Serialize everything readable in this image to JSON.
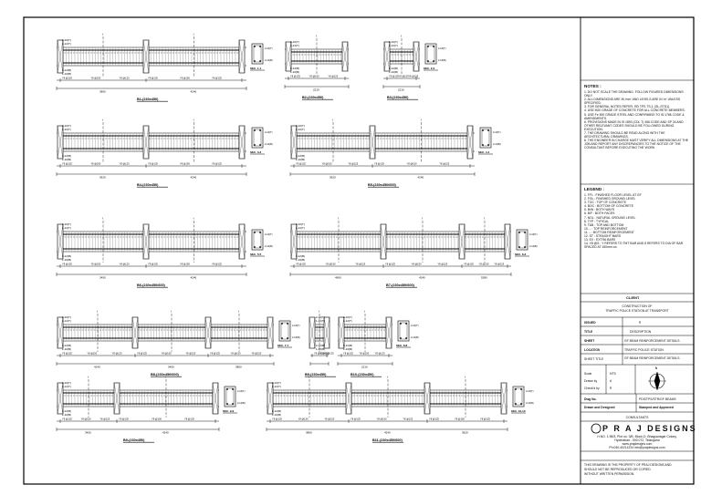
{
  "drawing": {
    "titles": {
      "b1": "B1-(230x450)",
      "b2": "B2-(230x450)",
      "b3": "B3-(230x450)",
      "b4": "B4-(230x450)",
      "b5": "B5-(230x450/600)",
      "b6": "B6-(230x450/600)",
      "b7": "B7-(230x450/600)",
      "b8": "B8-(230x450/600)",
      "b9": "B9-(230x450)",
      "b10": "B10-(230x450)",
      "b11": "B11-(230x450/600)"
    },
    "bar_labels": {
      "top": "2-10(T)",
      "top_extra": "1-12(T)",
      "stirrup_main": "Y8 @150",
      "stirrup_support": "Y8 @125",
      "bottom": "2-12(B)",
      "bottom_extra": "1-10(B)"
    },
    "sections": [
      "SEC. 1-1",
      "SEC. 2-2",
      "SEC. 3-3",
      "SEC. 4-4",
      "SEC. 5-5",
      "SEC. 6-6",
      "SEC. 7-7",
      "SEC. 8-8",
      "SEC. 9-9",
      "SEC. 10-10",
      "SEC. 11-11"
    ],
    "dims": [
      "3800",
      "4240",
      "3620",
      "4900",
      "5380",
      "2210",
      "3450"
    ]
  },
  "title_block": {
    "notes_heading": "NOTES :",
    "notes": [
      "1. DO NOT SCALE THE DRAWING. FOLLOW FIGURED DIMENSIONS ONLY.",
      "2. ALL DIMENSIONS ARE IN 'mm' AND LEVELS ARE IN 'm' UNLESS SPECIFIED.",
      "3. FOR GENERAL NOTES REFER- RD TPS TS-1 (GL-STD1).",
      "4. USE M20 GRADE OF CONCRETE FOR ALL CONCRETE MEMBERS.",
      "5. USE Fe 500 GRADE STEEL AND CONFIRMING TO IS:1786 CODE & AMENDMENTS.",
      "6. PROVISIONS MADE IN IS 1893 (CDL 7) 456 CODE AND SP 34 AND OTHER RELEVANT CODES SHOULD BE FOLLOWED DURING EXECUTION.",
      "7. THE DRAWING SHOULD BE READ ALONG WITH THE ARCHITECTURAL DRAWINGS.",
      "8. THE ENGINEER IN CHARGE MUST VERIFY ALL DIMENSIONS AT THE JOB AND REPORT ANY DISCREPANCIES TO THE NOTICE OF THE CONSULTANT BEFORE EXECUTING THE WORK."
    ],
    "legend_heading": "LEGEND :",
    "legend": [
      "1. FFL : FINISHED FLOOR LEVEL AT GF",
      "2. FGL : FINISHED GROUND LEVEL",
      "3. TOC : TOP OF CONCRETE",
      "4. BOC : BOTTOM OF CONCRETE",
      "5. B/W : BOTH WAYS",
      "6. B/F : BOTH FACES",
      "7. NGL : NATURAL GROUND LEVEL",
      "8. TYP : TYPICAL",
      "9. T&B : TOP AND BOTTOM",
      "10. ⎯ : TOP REINFORCEMENT",
      "11. ⎯ : BOTTOM REINFORCEMENT",
      "12. ST : STRAIGHT BARS",
      "13. EX : EXTRA BARS",
      "14. Y8 @S : Y REFERS TO TMT BAR AND 8 REFERS TO DIA OF BAR SPACED AT 150mm c/c"
    ],
    "client_label": "CLIENT",
    "project_lines": [
      "CONSTRUCTION OF",
      "TRAFFIC POLICE STATION AT TRANSPORT"
    ],
    "rows": [
      {
        "label": "ISSUED",
        "value": "R"
      },
      {
        "label": "TITLE",
        "value": "DESCRIPTION"
      },
      {
        "label": "SHEET",
        "value": "GF BEAM REINFORCEMENT DETAILS"
      },
      {
        "label": "LOCATION",
        "value": "TRAFFIC POLICE STATION"
      },
      {
        "label": "SHEET TITLE",
        "value": "GF BEAM REINFORCEMENT DETAILS"
      }
    ],
    "scale_label": "Scale",
    "scale_value": "NTS",
    "north_label": "N",
    "meta_rows": [
      {
        "label": "Scale",
        "value": "NTS"
      },
      {
        "label": "Drawn by",
        "value": "A"
      },
      {
        "label": "Check'd by",
        "value": "R"
      }
    ],
    "dwg_no_label": "Dwg No.",
    "dwg_no_value": "PDS/TPS/STR/GF BEAMS",
    "drawn_label": "Drawn and Designed",
    "approved_label": "Stamped and Approved",
    "consultant_label": "CONSULTANTS",
    "brand_name": "P R A J   DESIGNS",
    "address_lines": [
      "H.NO. 1-98/3, Plot no. 3/B, Block-D, Bhagyanagar Colony,",
      "Hyderabad - 500 072, Telangana",
      "www.prajdesigns.com",
      "Ph:040-40211234  info@prajdesigns.com"
    ],
    "footer_lines": [
      "THIS DRAWING IS THE PROPERTY OF PRAJ DESIGNS AND",
      "SHOULD NOT BE REPRODUCED OR COPIED",
      "WITHOUT WRITTEN PERMISSION."
    ]
  }
}
